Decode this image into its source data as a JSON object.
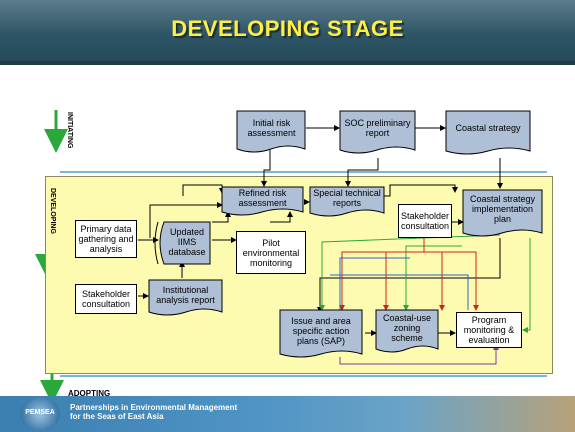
{
  "title": "DEVELOPING STAGE",
  "stages": {
    "initiating": "INITIATING",
    "developing": "DEVELOPING",
    "adopting": "ADOPTING"
  },
  "nodes": {
    "initial_risk": "Initial risk assessment",
    "soc_report": "SOC preliminary report",
    "coastal_strategy": "Coastal strategy",
    "refined_risk": "Refined risk assessment",
    "special_reports": "Special technical reports",
    "strategy_plan": "Coastal strategy implementation plan",
    "primary_data": "Primary data gathering and analysis",
    "iims_db": "Updated IIMS database",
    "pilot_monitoring": "Pilot environmental monitoring",
    "stakeholder_left": "Stakeholder consultation",
    "institutional": "Institutional analysis report",
    "stakeholder_right": "Stakeholder consultation",
    "sap": "Issue and area specific action plans (SAP)",
    "zoning": "Coastal-use zoning scheme",
    "program_eval": "Program monitoring & evaluation"
  },
  "footer": {
    "line1": "Partnerships in Environmental Management",
    "line2": "for the Seas of East Asia",
    "logo": "PEMSEA"
  }
}
